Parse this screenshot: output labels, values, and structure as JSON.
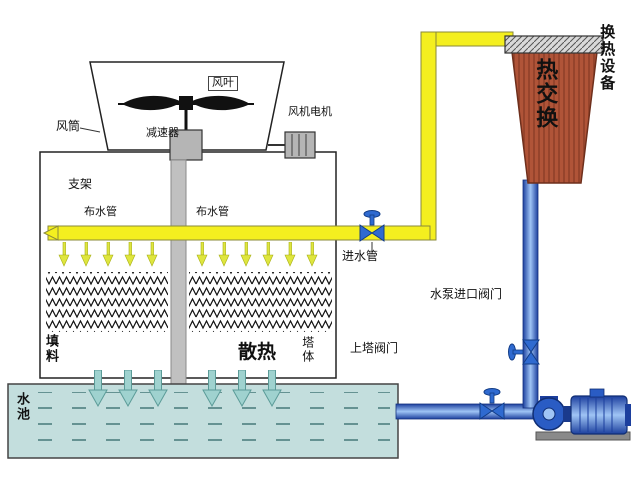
{
  "diagram": {
    "type": "cooling-tower-system-schematic",
    "labels": {
      "wind_duct": "风筒",
      "fan_blade": "风叶",
      "fan_motor": "风机电机",
      "reducer": "减速器",
      "support": "支架",
      "water_dist_pipe_left": "布水管",
      "water_dist_pipe_right": "布水管",
      "inlet_pipe": "进水管",
      "fill_material": "填料",
      "heat_dissipation": "散热",
      "tower_body": "塔体",
      "water_pool": "水池",
      "tower_valve": "上塔阀门",
      "pump_inlet_valve": "水泵进口阀门",
      "heat_exchange": "热交换",
      "heat_exchange_equipment": "换热设备"
    },
    "colors": {
      "hot_pipe_yellow": "#f4ef1f",
      "cold_pipe_blue": "#2a5cc4",
      "heat_exchanger_red": "#b05438",
      "pool_teal": "#c3dedd",
      "valve_blue": "#2f6ad0",
      "spray_arrow": "#dfe63e",
      "pool_arrow": "#9fd2cf",
      "structure_gray": "#c0c0c0"
    }
  }
}
